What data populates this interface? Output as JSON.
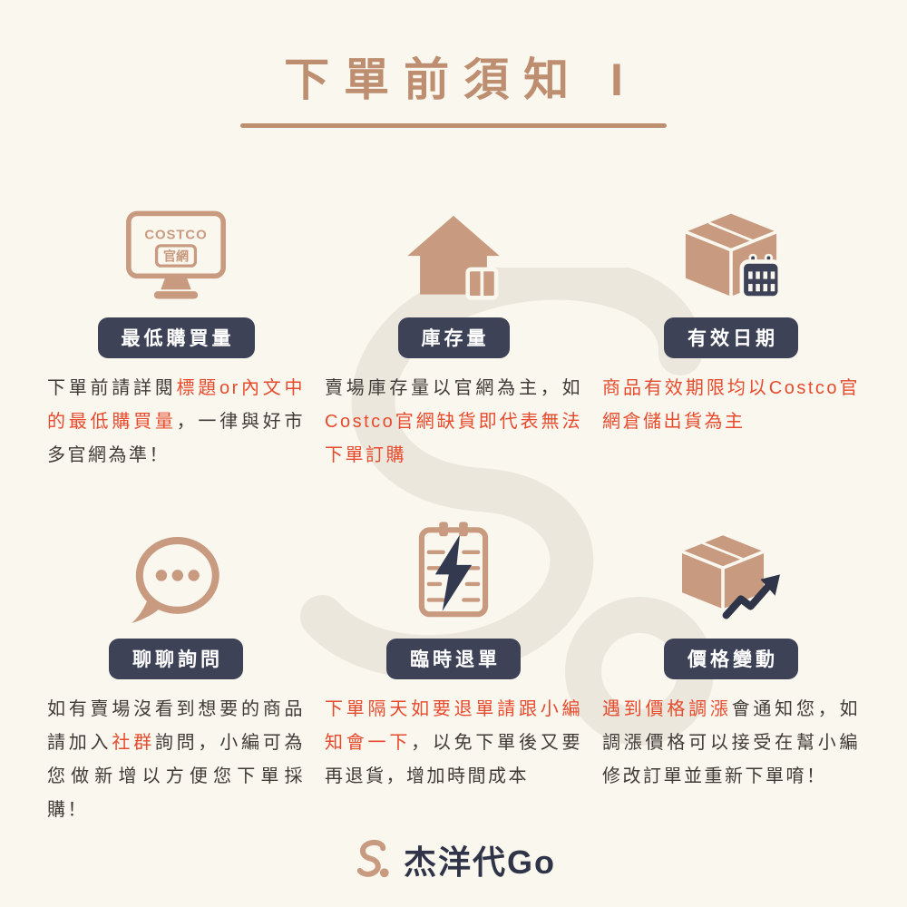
{
  "title": "下單前須知 I",
  "footer_brand": "杰洋代Go",
  "icons": {
    "monitor_label_line1": "COSTCO",
    "monitor_label_line2": "官網"
  },
  "sections": [
    {
      "id": "min-purchase",
      "icon": "costco-monitor-icon",
      "badge": "最低購買量",
      "text": [
        {
          "t": "下單前請詳閱",
          "red": false
        },
        {
          "t": "標題or內文中的最低購買量",
          "red": true
        },
        {
          "t": "，一律與好市多官網為準！",
          "red": false
        }
      ]
    },
    {
      "id": "stock",
      "icon": "house-stock-icon",
      "badge": "庫存量",
      "text": [
        {
          "t": "賣場庫存量以官網為主，如",
          "red": false
        },
        {
          "t": "Costco官網缺貨即代表無法下單訂購",
          "red": true
        }
      ]
    },
    {
      "id": "expiry-date",
      "icon": "box-calendar-icon",
      "badge": "有效日期",
      "text": [
        {
          "t": "商品有效期限均以Costco官網倉儲出貨為主",
          "red": true
        }
      ]
    },
    {
      "id": "chat-inquiry",
      "icon": "chat-icon",
      "badge": "聊聊詢問",
      "text": [
        {
          "t": "如有賣場沒看到想要的商品請加入",
          "red": false
        },
        {
          "t": "社群",
          "red": true
        },
        {
          "t": "詢問，小編可為您做新增以方便您下單採購！",
          "red": false
        }
      ]
    },
    {
      "id": "temporary-cancel",
      "icon": "clipboard-lightning-icon",
      "badge": "臨時退單",
      "text": [
        {
          "t": "下單隔天如要退單請跟小編知會一下",
          "red": true
        },
        {
          "t": "，以免下單後又要再退貨，增加時間成本",
          "red": false
        }
      ]
    },
    {
      "id": "price-change",
      "icon": "box-trend-icon",
      "badge": "價格變動",
      "text": [
        {
          "t": "遇到價格調漲",
          "red": true
        },
        {
          "t": "會通知您，如調漲價格可以接受在幫小編修改訂單並重新下單唷！",
          "red": false
        }
      ]
    }
  ],
  "colors": {
    "background": "#faf7ef",
    "accent_tan": "#c89b80",
    "title_tan": "#bd8e70",
    "badge_navy": "#3d4257",
    "highlight_red": "#e64b2d",
    "body_text": "#403b36",
    "watermark_gray": "#ebe7dd"
  }
}
